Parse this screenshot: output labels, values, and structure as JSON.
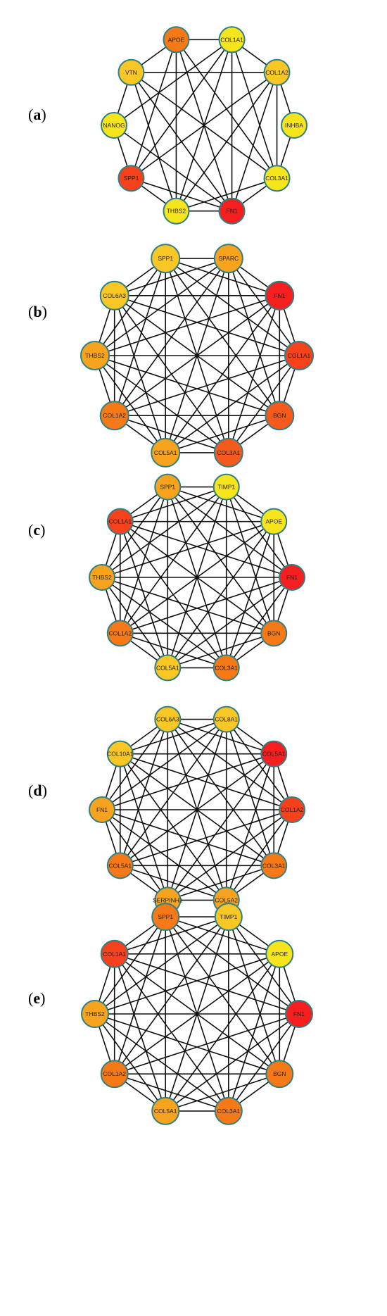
{
  "colors": {
    "red": "#f51f1f",
    "red_orange": "#f5421c",
    "orange_red": "#f45a1b",
    "orange": "#f57a17",
    "amber": "#f8a31e",
    "gold": "#f9c725",
    "yellow": "#f6e51c",
    "border": "#2f7f86"
  },
  "panels": [
    {
      "label": "a",
      "nodes": [
        {
          "name": "APOE",
          "color": "#f57a17"
        },
        {
          "name": "COL1A1",
          "color": "#f6e51c"
        },
        {
          "name": "COL1A2",
          "color": "#f9c725"
        },
        {
          "name": "INHBA",
          "color": "#f6e51c"
        },
        {
          "name": "COL3A1",
          "color": "#f6e51c"
        },
        {
          "name": "FN1",
          "color": "#f51f1f"
        },
        {
          "name": "THBS2",
          "color": "#f6e51c"
        },
        {
          "name": "SPP1",
          "color": "#f5421c"
        },
        {
          "name": "NANOG",
          "color": "#f6e51c"
        },
        {
          "name": "VTN",
          "color": "#f9c725"
        }
      ],
      "edges": "partial"
    },
    {
      "label": "b",
      "nodes": [
        {
          "name": "SPARC",
          "color": "#f8a31e"
        },
        {
          "name": "FN1",
          "color": "#f51f1f"
        },
        {
          "name": "COL1A1",
          "color": "#f5421c"
        },
        {
          "name": "BGN",
          "color": "#f45a1b"
        },
        {
          "name": "COL3A1",
          "color": "#f45a1b"
        },
        {
          "name": "COL5A1",
          "color": "#f8a31e"
        },
        {
          "name": "COL1A2",
          "color": "#f57a17"
        },
        {
          "name": "THBS2",
          "color": "#f8a31e"
        },
        {
          "name": "COL6A3",
          "color": "#f9c725"
        },
        {
          "name": "SPP1",
          "color": "#f9c725"
        }
      ],
      "edges": "complete"
    },
    {
      "label": "c",
      "nodes": [
        {
          "name": "TIMP1",
          "color": "#f6e51c"
        },
        {
          "name": "APOE",
          "color": "#f6e51c"
        },
        {
          "name": "FN1",
          "color": "#f51f1f"
        },
        {
          "name": "BGN",
          "color": "#f57a17"
        },
        {
          "name": "COL3A1",
          "color": "#f57a17"
        },
        {
          "name": "COL5A1",
          "color": "#f9c725"
        },
        {
          "name": "COL1A2",
          "color": "#f57a17"
        },
        {
          "name": "THBS2",
          "color": "#f8a31e"
        },
        {
          "name": "COL1A1",
          "color": "#f5421c"
        },
        {
          "name": "SPP1",
          "color": "#f8a31e"
        }
      ],
      "edges": "complete"
    },
    {
      "label": "d",
      "nodes": [
        {
          "name": "COL8A1",
          "color": "#f9c725"
        },
        {
          "name": "COL5A1",
          "color": "#f51f1f"
        },
        {
          "name": "COL1A2",
          "color": "#f5421c"
        },
        {
          "name": "COL3A1",
          "color": "#f57a17"
        },
        {
          "name": "COL5A2",
          "color": "#f8a31e"
        },
        {
          "name": "SERPINH1",
          "color": "#f8a31e"
        },
        {
          "name": "COL5A1",
          "color": "#f57a17"
        },
        {
          "name": "FN1",
          "color": "#f8a31e"
        },
        {
          "name": "COL10A1",
          "color": "#f9c725"
        },
        {
          "name": "COL6A3",
          "color": "#f9c725"
        }
      ],
      "edges": "complete"
    },
    {
      "label": "e",
      "nodes": [
        {
          "name": "TIMP1",
          "color": "#f9c725"
        },
        {
          "name": "APOE",
          "color": "#f6e51c"
        },
        {
          "name": "FN1",
          "color": "#f51f1f"
        },
        {
          "name": "BGN",
          "color": "#f57a17"
        },
        {
          "name": "COL3A1",
          "color": "#f57a17"
        },
        {
          "name": "COL5A1",
          "color": "#f8a31e"
        },
        {
          "name": "COL1A2",
          "color": "#f57a17"
        },
        {
          "name": "THBS2",
          "color": "#f8a31e"
        },
        {
          "name": "COL1A1",
          "color": "#f5421c"
        },
        {
          "name": "SPP1",
          "color": "#f57a17"
        }
      ],
      "edges": "complete"
    }
  ],
  "partial_edges_a": [
    [
      "APOE",
      "COL1A1"
    ],
    [
      "APOE",
      "VTN"
    ],
    [
      "APOE",
      "THBS2"
    ],
    [
      "APOE",
      "FN1"
    ],
    [
      "APOE",
      "COL3A1"
    ],
    [
      "APOE",
      "SPP1"
    ],
    [
      "COL1A1",
      "COL1A2"
    ],
    [
      "COL1A1",
      "FN1"
    ],
    [
      "COL1A1",
      "THBS2"
    ],
    [
      "COL1A1",
      "COL3A1"
    ],
    [
      "COL1A1",
      "SPP1"
    ],
    [
      "COL1A1",
      "NANOG"
    ],
    [
      "COL1A2",
      "INHBA"
    ],
    [
      "COL1A2",
      "COL3A1"
    ],
    [
      "COL1A2",
      "FN1"
    ],
    [
      "COL1A2",
      "THBS2"
    ],
    [
      "COL1A2",
      "SPP1"
    ],
    [
      "INHBA",
      "COL3A1"
    ],
    [
      "COL3A1",
      "FN1"
    ],
    [
      "COL3A1",
      "THBS2"
    ],
    [
      "COL3A1",
      "VTN"
    ],
    [
      "FN1",
      "THBS2"
    ],
    [
      "FN1",
      "SPP1"
    ],
    [
      "FN1",
      "VTN"
    ],
    [
      "FN1",
      "NANOG"
    ],
    [
      "THBS2",
      "SPP1"
    ],
    [
      "THBS2",
      "VTN"
    ],
    [
      "SPP1",
      "NANOG"
    ],
    [
      "NANOG",
      "VTN"
    ],
    [
      "VTN",
      "COL1A2"
    ]
  ]
}
